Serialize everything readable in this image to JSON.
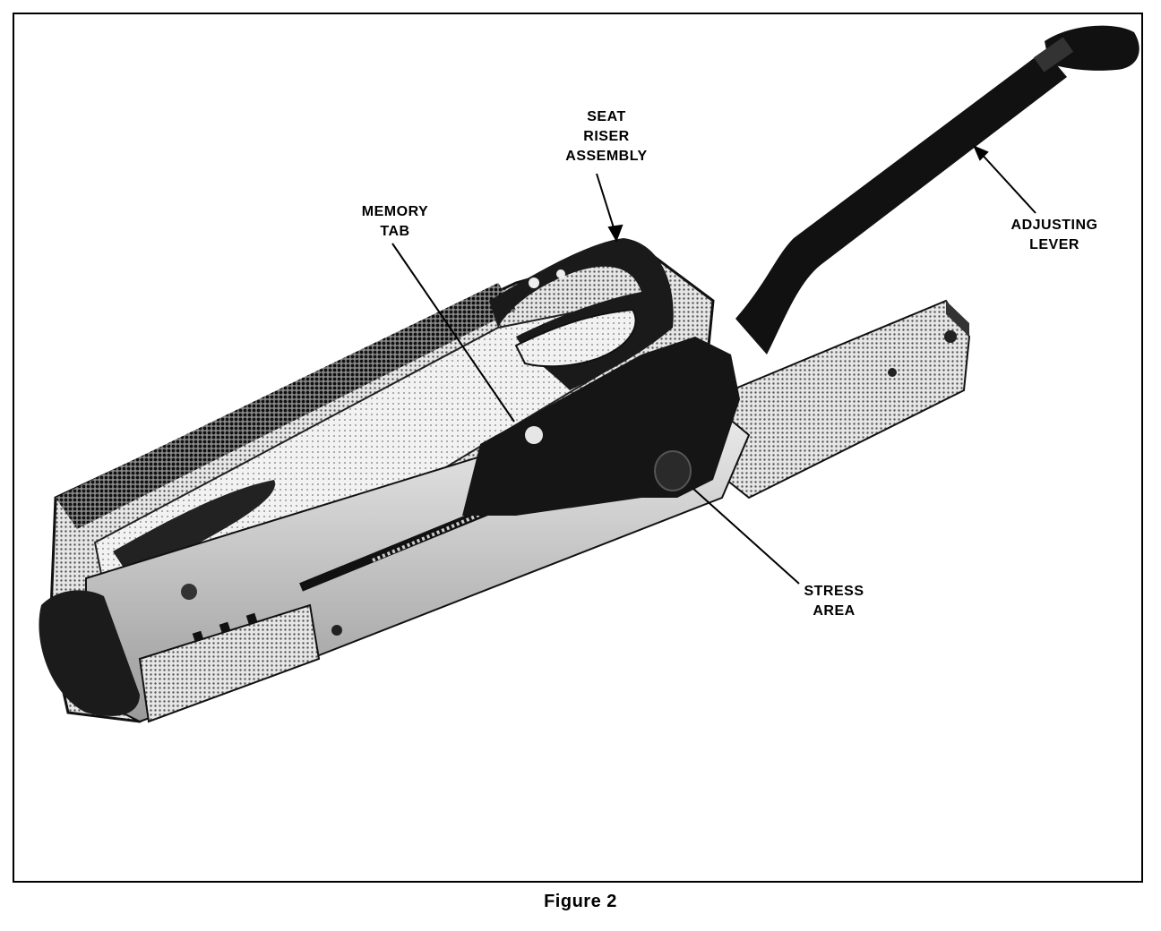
{
  "figure": {
    "caption": "Figure 2",
    "callouts": {
      "seat_riser_assembly": "SEAT\nRISER\nASSEMBLY",
      "memory_tab": "MEMORY\nTAB",
      "adjusting_lever": "ADJUSTING\nLEVER",
      "stress_area": "STRESS\nAREA"
    }
  }
}
